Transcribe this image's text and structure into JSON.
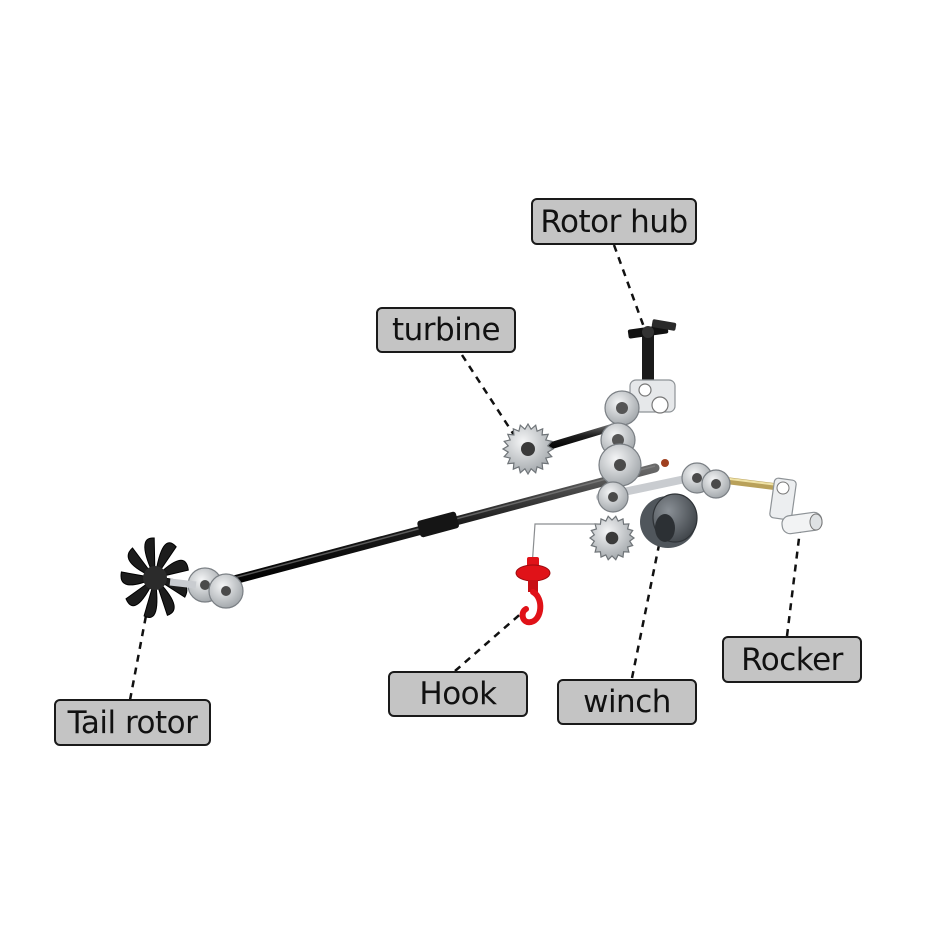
{
  "labels": {
    "rotor_hub": "Rotor hub",
    "turbine": "turbine",
    "tail_rotor": "Tail rotor",
    "hook": "Hook",
    "winch": "winch",
    "rocker": "Rocker"
  },
  "colors": {
    "label_fill": "#c4c4c4",
    "label_border": "#1a1a1a",
    "gear_light": "#d4d7da",
    "axle_dark": "#2a2a2a",
    "hook_red": "#e01218",
    "brass_axle": "#b9a15a"
  }
}
